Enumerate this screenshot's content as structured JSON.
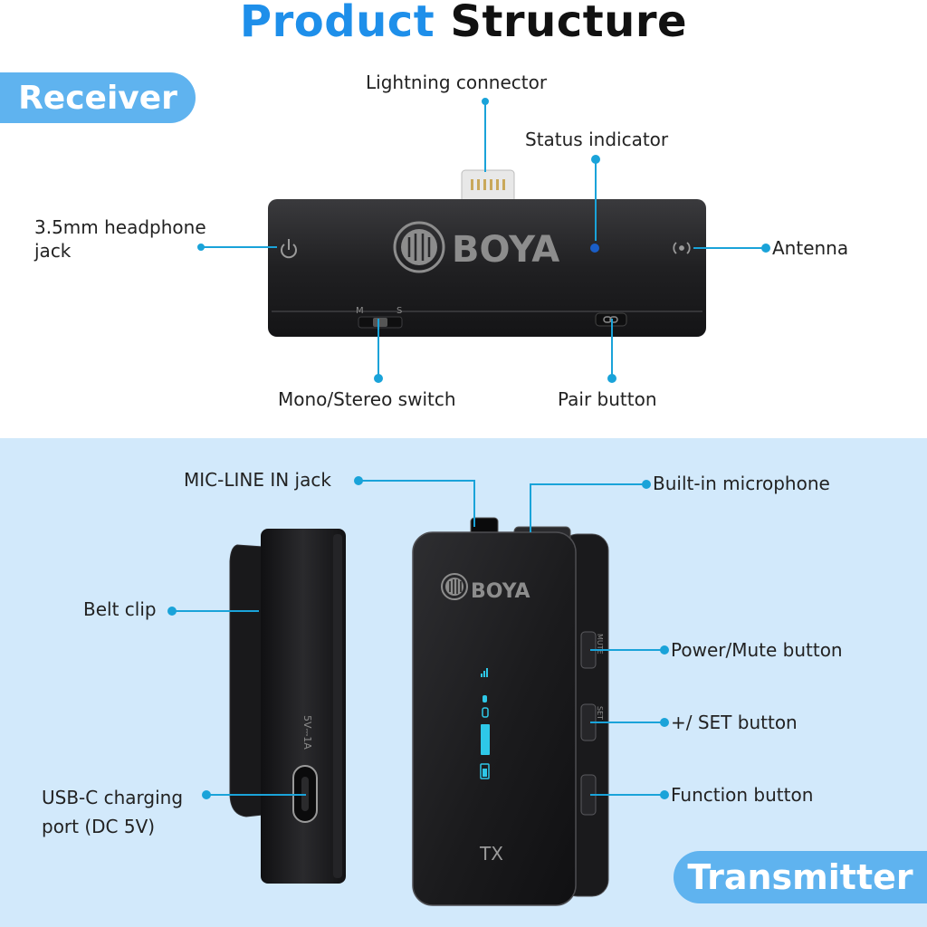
{
  "title": {
    "accent": "Product",
    "rest": "Structure"
  },
  "sections": {
    "receiver": "Receiver",
    "transmitter": "Transmitter"
  },
  "receiver": {
    "brand": "BOYA",
    "switch_marks": {
      "left": "M",
      "right": "S"
    },
    "labels": {
      "lightning": "Lightning connector",
      "status": "Status indicator",
      "headphone": "3.5mm headphone jack",
      "antenna": "Antenna",
      "mono_stereo": "Mono/Stereo switch",
      "pair": "Pair button"
    }
  },
  "transmitter": {
    "brand": "BOYA",
    "model": "TX",
    "side_print": "5V⎓1A",
    "button_marks": {
      "mute": "MUTE",
      "set": "SET"
    },
    "labels": {
      "micline": "MIC-LINE IN jack",
      "builtin_mic": "Built-in microphone",
      "belt_clip": "Belt clip",
      "power_mute": "Power/Mute button",
      "set": "+/ SET button",
      "usbc": "USB-C charging port (DC 5V)",
      "function": "Function button"
    }
  },
  "colors": {
    "accent": "#1e8fea",
    "pill": "#5fb3ef",
    "lower_bg": "#d2e9fb",
    "callout": "#1aa3d9",
    "device": "#1c1c1e"
  }
}
